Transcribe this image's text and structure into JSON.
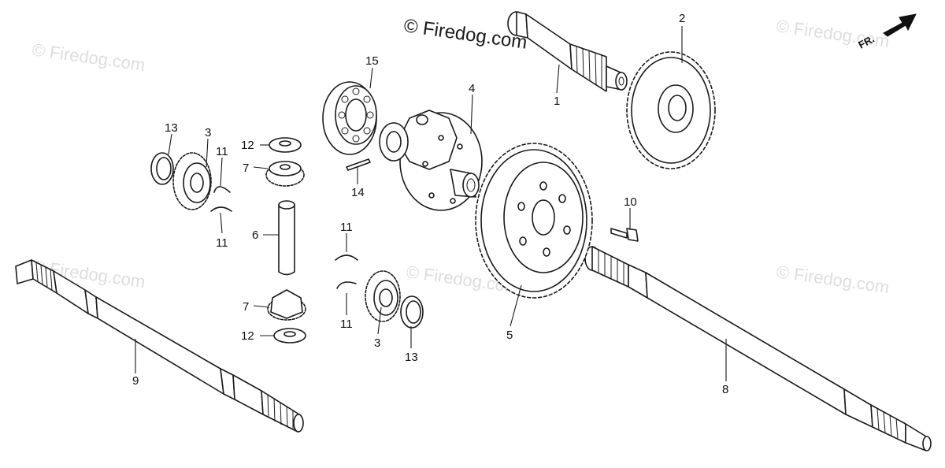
{
  "watermarks": {
    "main": "© Firedog.com",
    "faded": "© Firedog.com"
  },
  "direction": {
    "label": "FR."
  },
  "callouts": [
    "1",
    "2",
    "3",
    "3",
    "4",
    "5",
    "6",
    "7",
    "7",
    "8",
    "9",
    "10",
    "11",
    "11",
    "11",
    "11",
    "12",
    "12",
    "13",
    "13",
    "14",
    "15"
  ],
  "colors": {
    "line": "#1a1a1a",
    "watermark": "#dedede",
    "background": "#ffffff"
  }
}
